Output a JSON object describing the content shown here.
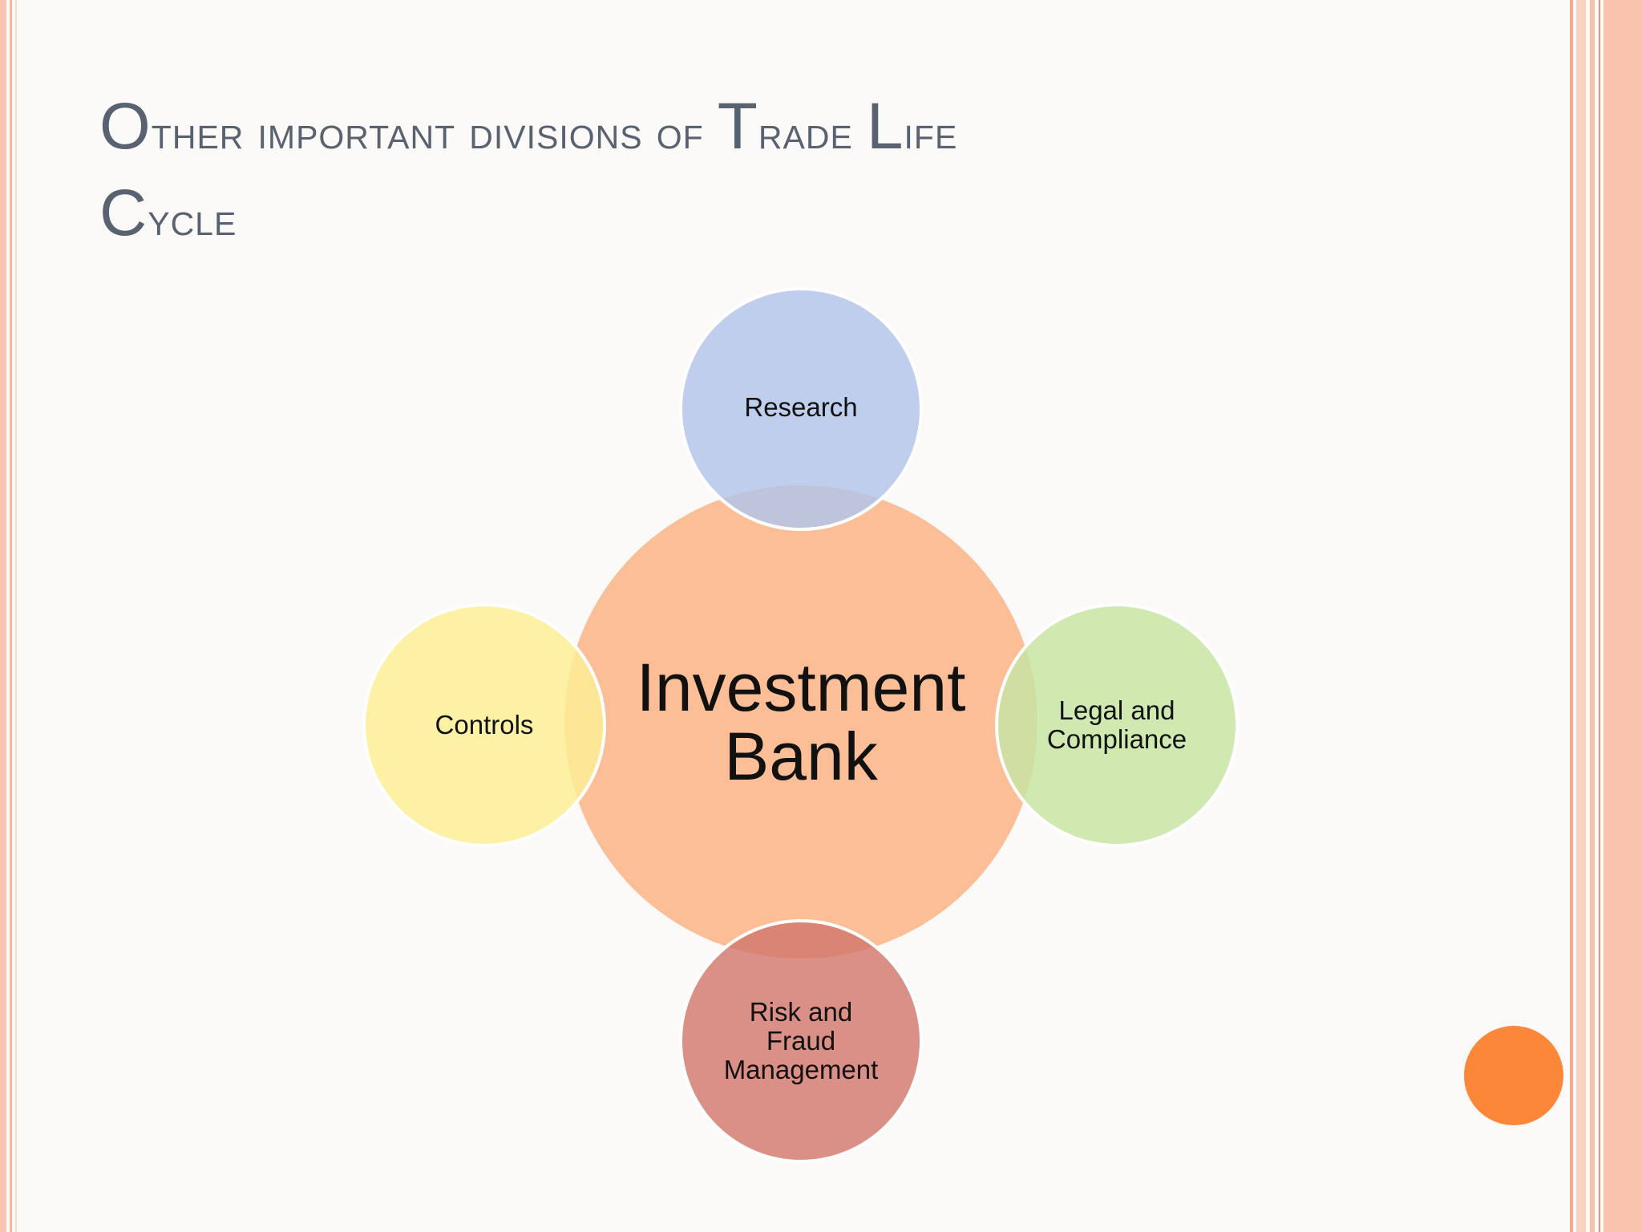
{
  "slide": {
    "title": "Other important divisions of Trade Life Cycle",
    "title_parts": {
      "t1_cap": "O",
      "t1_rest": "ther important divisions of ",
      "t2_cap": "T",
      "t2_rest": "rade ",
      "t3_cap": "L",
      "t3_rest": "ife",
      "t4_cap": "C",
      "t4_rest": "ycle"
    }
  },
  "diagram": {
    "center": {
      "label": "Investment\nBank",
      "color": "#fbba90"
    },
    "satellites": [
      {
        "id": "research",
        "label": "Research",
        "color": "#b4c5ea"
      },
      {
        "id": "legal",
        "label": "Legal and\nCompliance",
        "color": "#c8e5a3"
      },
      {
        "id": "risk",
        "label": "Risk and\nFraud\nManagement",
        "color": "#d98a80"
      },
      {
        "id": "controls",
        "label": "Controls",
        "color": "#fdee97"
      }
    ]
  },
  "accent_colors": {
    "title": "#596270",
    "orange_dot": "#fd8739",
    "border": "#f8c5b3"
  }
}
